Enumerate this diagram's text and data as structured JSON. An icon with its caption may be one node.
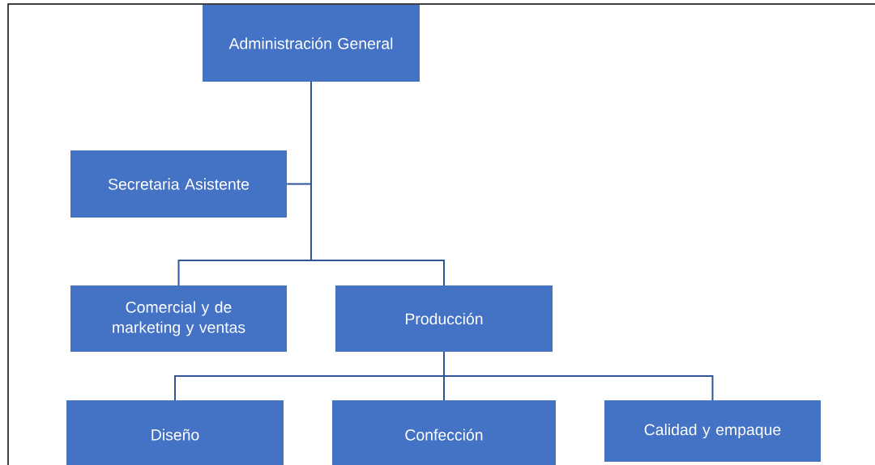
{
  "diagram": {
    "nodes": [
      {
        "text": [
          "Administración General"
        ]
      },
      {
        "text": [
          "Secretaria Asistente"
        ]
      },
      {
        "text": [
          "Comercial y de marketing y ventas"
        ]
      },
      {
        "text": [
          "Producción"
        ]
      },
      {
        "text": [
          "Diseño"
        ]
      },
      {
        "text": [
          "Confección"
        ]
      },
      {
        "text": [
          "Calidad y empaque"
        ]
      }
    ],
    "edges": [
      {
        "from": 0,
        "to": 1,
        "arrow": "none"
      },
      {
        "from": 0,
        "to": 2,
        "arrow": "none"
      },
      {
        "from": 0,
        "to": 3,
        "arrow": "none"
      },
      {
        "from": 3,
        "to": 4,
        "arrow": "none"
      },
      {
        "from": 3,
        "to": 5,
        "arrow": "none"
      },
      {
        "from": 3,
        "to": 6,
        "arrow": "none"
      }
    ]
  }
}
